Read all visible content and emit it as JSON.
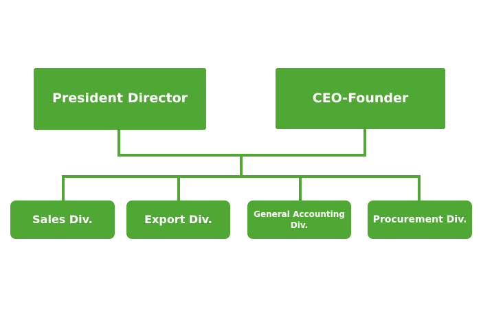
{
  "colors": {
    "box_fill": "#4fa833",
    "connector": "#4fa833",
    "text": "#ffffff"
  },
  "org_chart": {
    "top_level": [
      {
        "id": "president",
        "label": "President Director"
      },
      {
        "id": "ceo",
        "label": "CEO-Founder"
      }
    ],
    "divisions": [
      {
        "id": "sales",
        "label": "Sales Div."
      },
      {
        "id": "export",
        "label": "Export Div."
      },
      {
        "id": "accounting",
        "label": "General Accounting Div."
      },
      {
        "id": "procurement",
        "label": "Procurement Div."
      }
    ]
  }
}
